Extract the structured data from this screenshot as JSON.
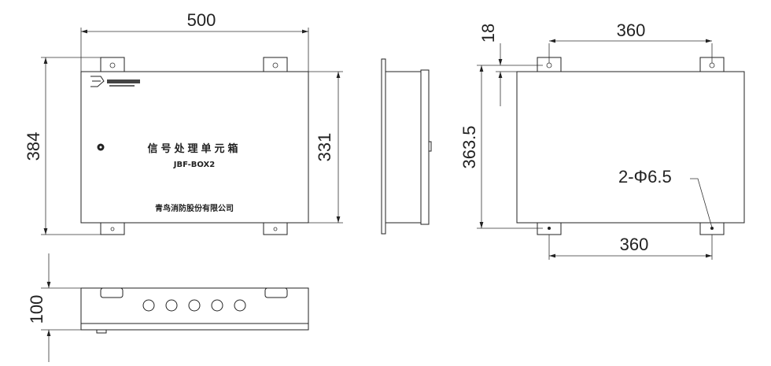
{
  "front_view": {
    "width_dim": "500",
    "height_dim": "384",
    "body_height_dim": "331",
    "product_name": "信号处理单元箱",
    "model": "JBF-BOX2",
    "company": "青鸟消防股份有限公司"
  },
  "rear_view": {
    "top_offset_dim": "18",
    "top_hole_spacing_dim": "360",
    "height_dim": "363.5",
    "hole_callout": "2-Φ6.5",
    "bottom_hole_spacing_dim": "360"
  },
  "bottom_view": {
    "depth_dim": "100"
  }
}
